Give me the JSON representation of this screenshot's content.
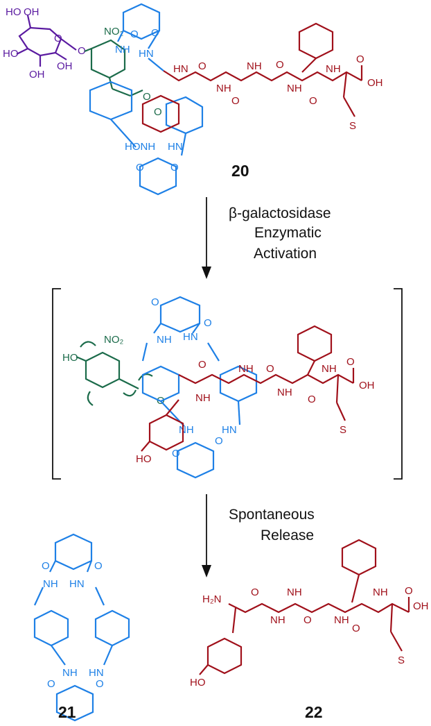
{
  "compounds": {
    "c20": "20",
    "c21": "21",
    "c22": "22"
  },
  "steps": {
    "step1": {
      "line1": "β-galactosidase",
      "line2": "Enzymatic",
      "line3": "Activation"
    },
    "step2": {
      "line1": "Spontaneous",
      "line2": "Release"
    }
  },
  "atoms": {
    "nh": "NH",
    "hn": "HN",
    "no2": "NO₂",
    "oh": "OH",
    "ho": "HO",
    "hooh": "HO",
    "o": "O",
    "s": "S",
    "h2n": "H₂N",
    "honh": "HONH"
  },
  "colors": {
    "macrocycle": "#1e80e6",
    "peptide": "#a0101a",
    "linker": "#1b6b4a",
    "sugar": "#5a1aa0"
  }
}
